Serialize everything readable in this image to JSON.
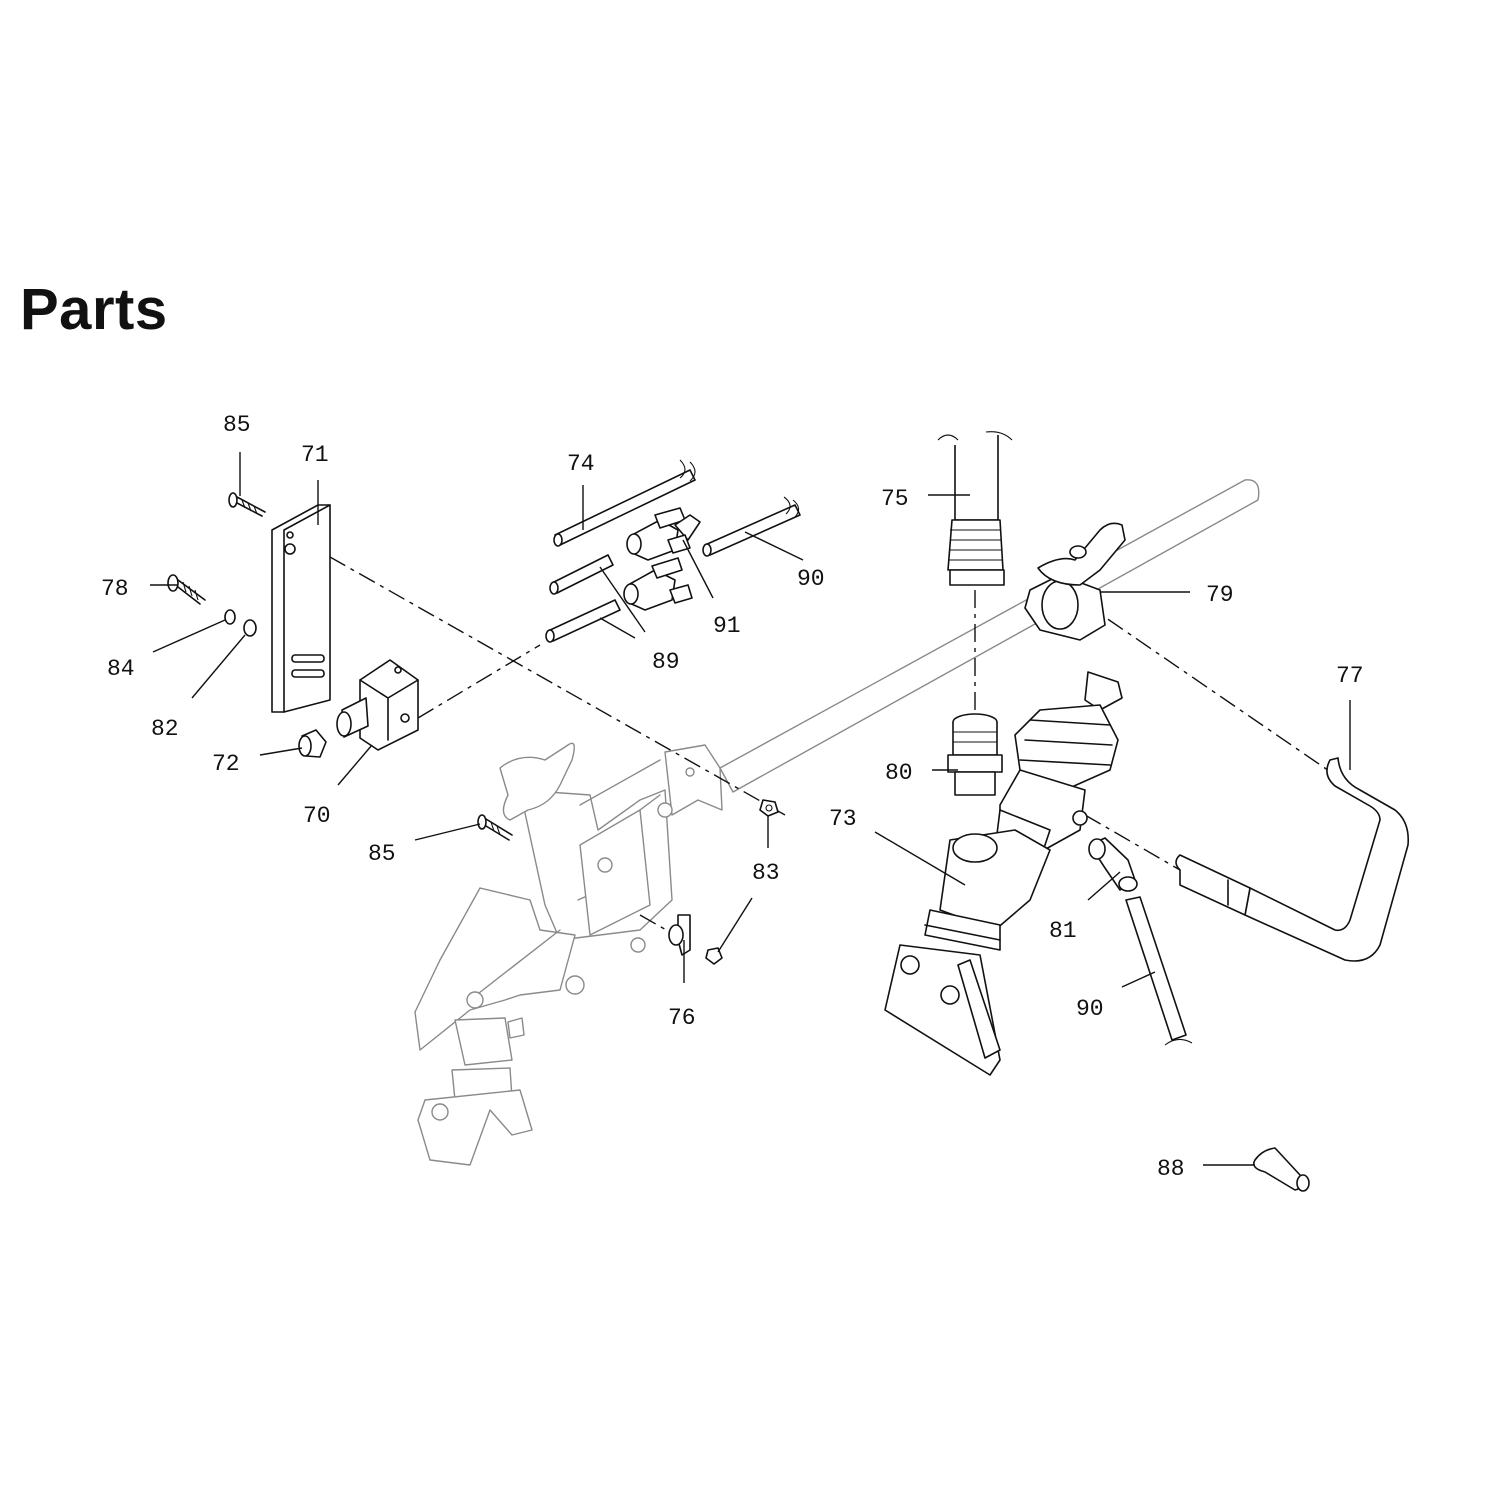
{
  "page": {
    "title": "Parts"
  },
  "callouts": [
    {
      "id": "c85a",
      "label": "85"
    },
    {
      "id": "c71",
      "label": "71"
    },
    {
      "id": "c78",
      "label": "78"
    },
    {
      "id": "c84",
      "label": "84"
    },
    {
      "id": "c82",
      "label": "82"
    },
    {
      "id": "c72",
      "label": "72"
    },
    {
      "id": "c70",
      "label": "70"
    },
    {
      "id": "c85b",
      "label": "85"
    },
    {
      "id": "c74",
      "label": "74"
    },
    {
      "id": "c91",
      "label": "91"
    },
    {
      "id": "c89",
      "label": "89"
    },
    {
      "id": "c90a",
      "label": "90"
    },
    {
      "id": "c75",
      "label": "75"
    },
    {
      "id": "c79",
      "label": "79"
    },
    {
      "id": "c77",
      "label": "77"
    },
    {
      "id": "c80",
      "label": "80"
    },
    {
      "id": "c73",
      "label": "73"
    },
    {
      "id": "c83",
      "label": "83"
    },
    {
      "id": "c76",
      "label": "76"
    },
    {
      "id": "c81",
      "label": "81"
    },
    {
      "id": "c90b",
      "label": "90"
    },
    {
      "id": "c88",
      "label": "88"
    }
  ]
}
